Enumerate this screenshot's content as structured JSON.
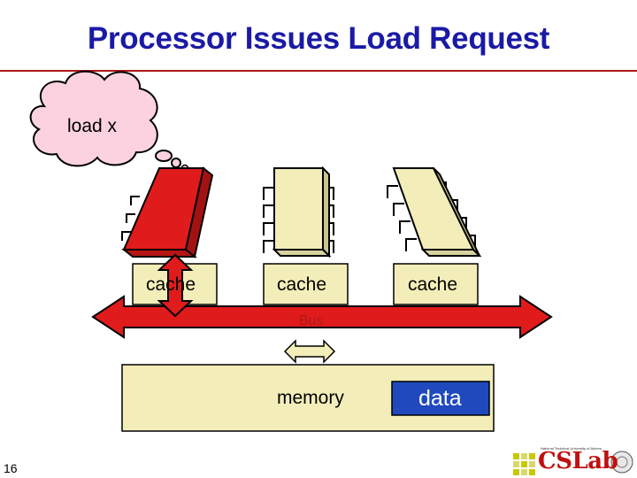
{
  "title": "Processor Issues Load Request",
  "thought": "load x",
  "caches": [
    "cache",
    "cache",
    "cache"
  ],
  "bus_label": "Bus",
  "memory_label": "memory",
  "data_label": "data",
  "page_number": "16",
  "logo": {
    "text": "CSLab",
    "tagline": "National Technical University of Athens"
  },
  "colors": {
    "title": "#1a1aa6",
    "active": "#e01b1b",
    "idle": "#f3eeb9",
    "memory": "#f3eeb9",
    "data_box": "#1f49bd",
    "bubble": "#fcd2e0"
  }
}
